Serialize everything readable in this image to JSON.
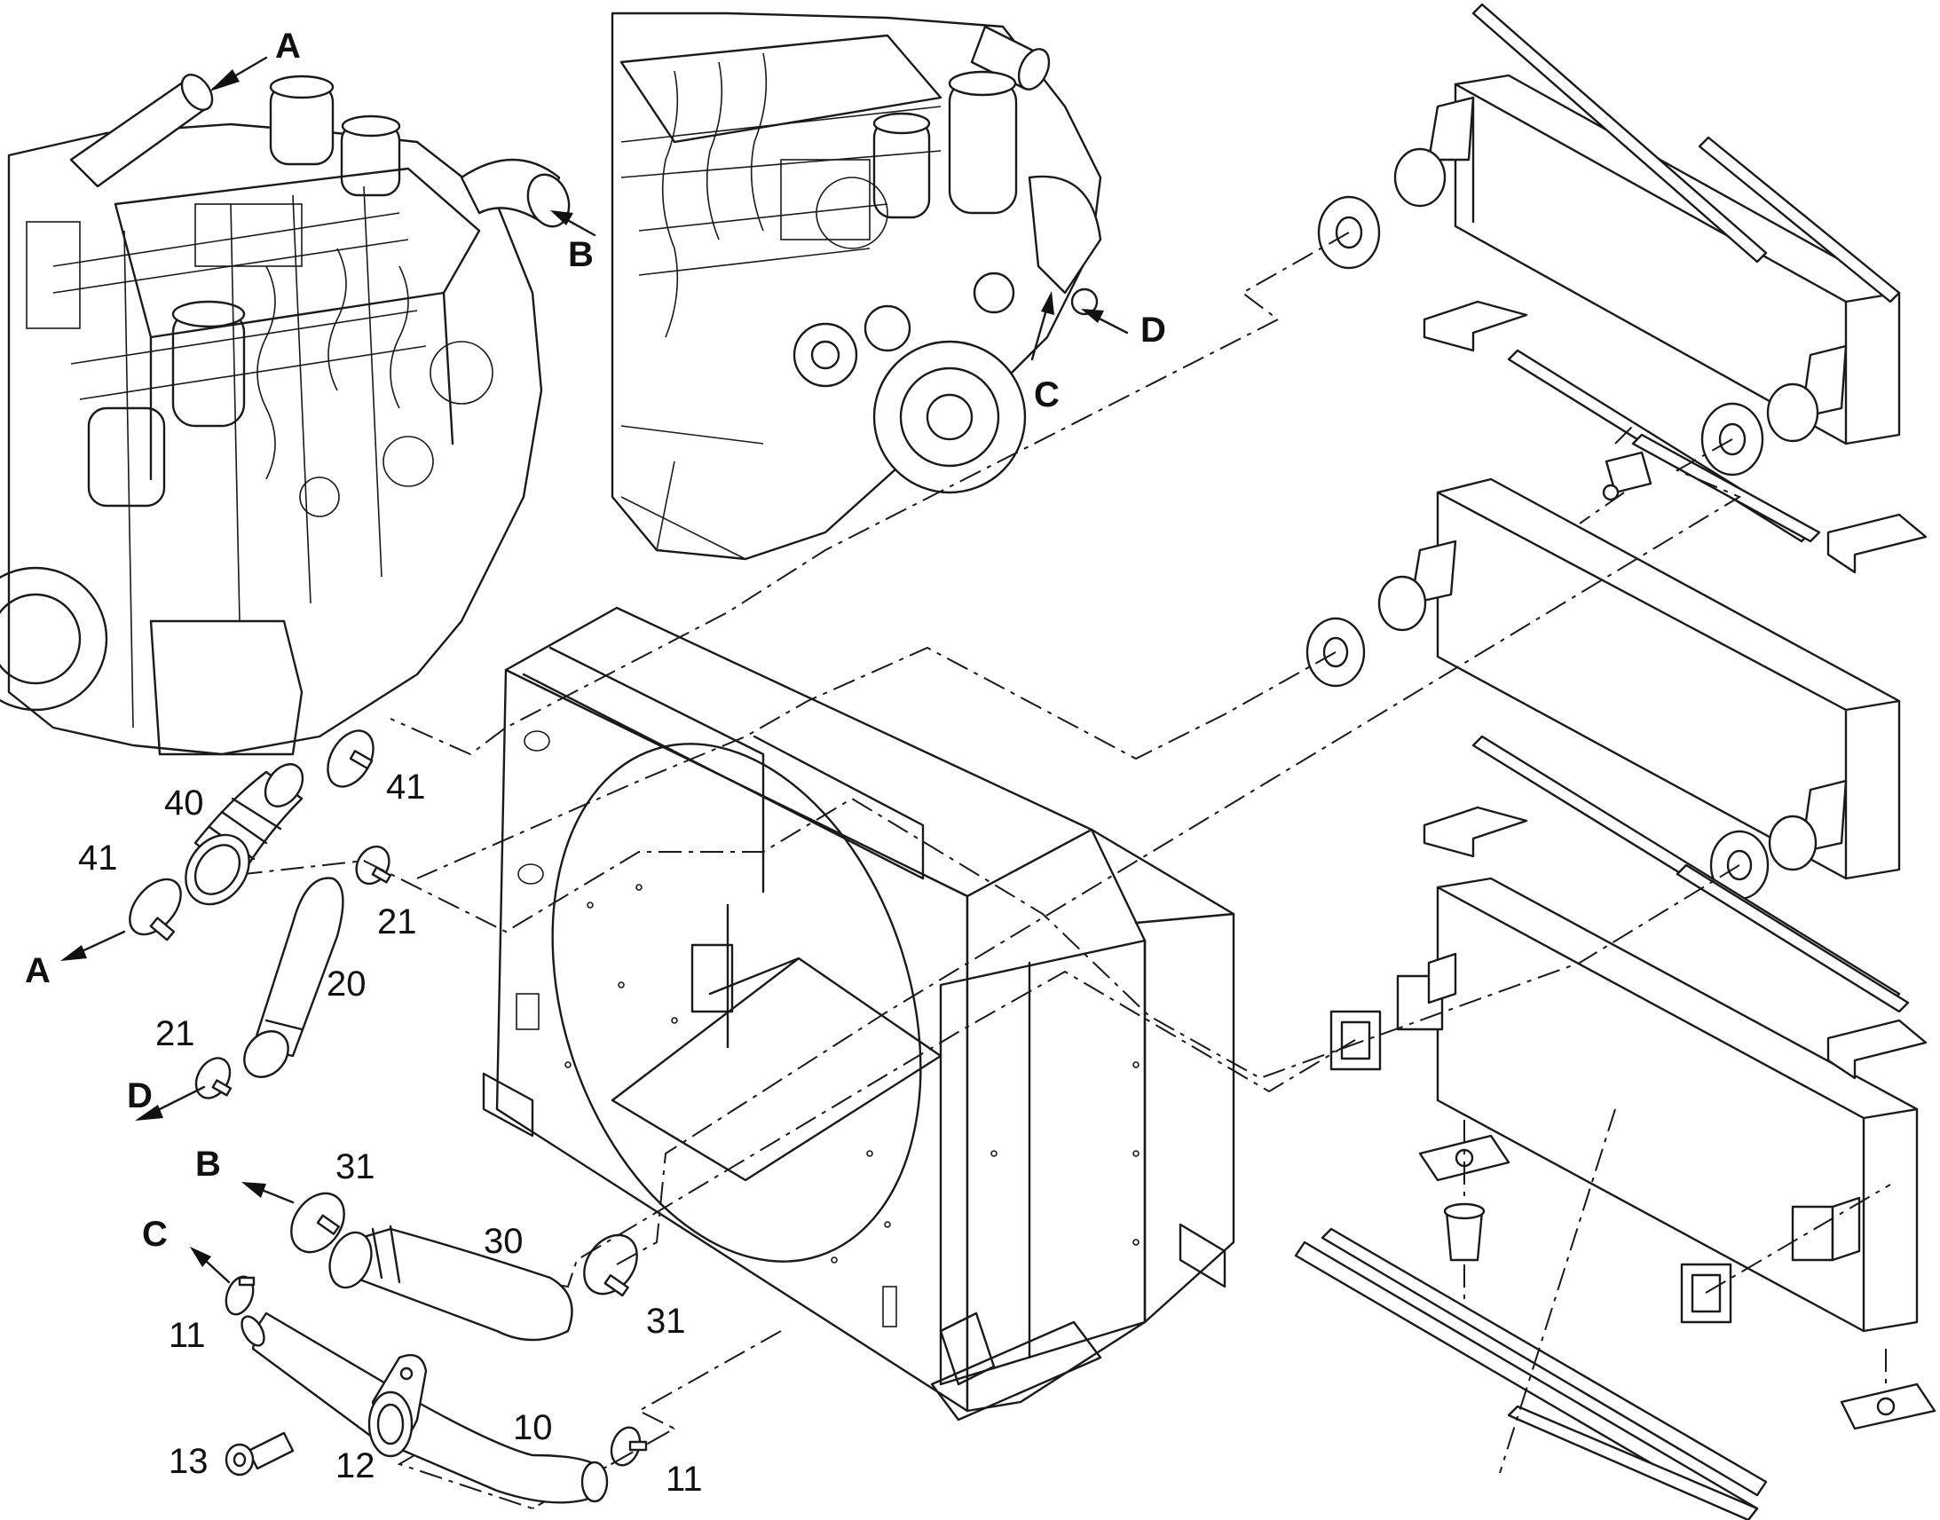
{
  "callouts": [
    {
      "id": "c10",
      "text": "10"
    },
    {
      "id": "c11a",
      "text": "11"
    },
    {
      "id": "c11b",
      "text": "11"
    },
    {
      "id": "c12",
      "text": "12"
    },
    {
      "id": "c13",
      "text": "13"
    },
    {
      "id": "c20",
      "text": "20"
    },
    {
      "id": "c21a",
      "text": "21"
    },
    {
      "id": "c21b",
      "text": "21"
    },
    {
      "id": "c30",
      "text": "30"
    },
    {
      "id": "c31a",
      "text": "31"
    },
    {
      "id": "c31b",
      "text": "31"
    },
    {
      "id": "c40",
      "text": "40"
    },
    {
      "id": "c41a",
      "text": "41"
    },
    {
      "id": "c41b",
      "text": "41"
    }
  ],
  "connection_letters": {
    "A": "A",
    "B": "B",
    "C": "C",
    "D": "D"
  }
}
